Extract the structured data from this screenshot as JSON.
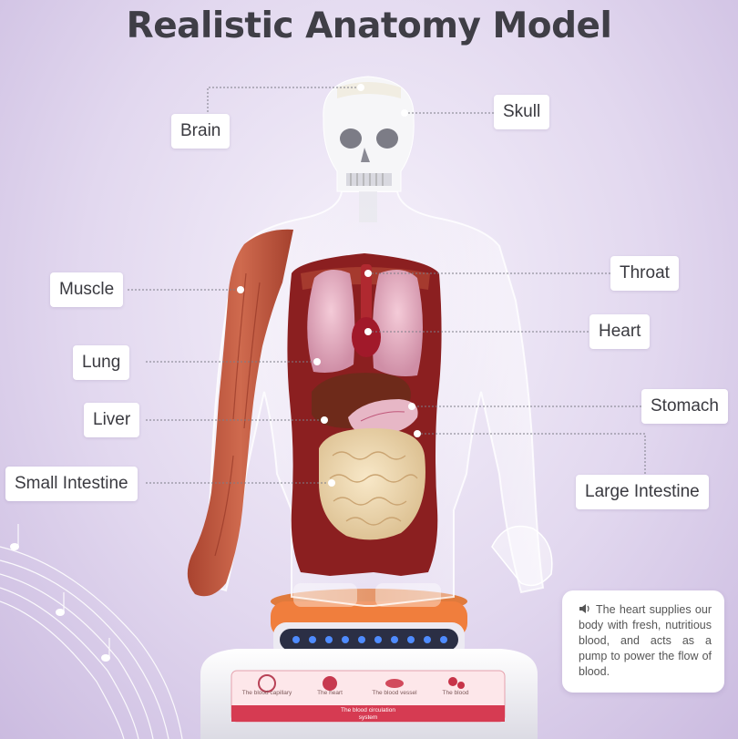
{
  "title": "Realistic Anatomy Model",
  "labels": {
    "brain": "Brain",
    "skull": "Skull",
    "muscle": "Muscle",
    "throat": "Throat",
    "heart": "Heart",
    "lung": "Lung",
    "liver": "Liver",
    "stomach": "Stomach",
    "small_intestine": "Small Intestine",
    "large_intestine": "Large Intestine"
  },
  "info_bubble": {
    "icon": "speaker-icon",
    "text": "The heart supplies our body with fresh, nutritious blood, and acts as a pump to power the flow of blood."
  },
  "base_panel": {
    "items": [
      "The blood capillary",
      "The heart",
      "The blood vessel",
      "The blood"
    ],
    "caption_line1": "The blood circulation",
    "caption_line2": "system"
  },
  "colors": {
    "background": "#d9cde9",
    "title": "#3f3e46",
    "label_bg": "#ffffff",
    "muscle": "#c2553c",
    "cavity": "#8b1f20",
    "lung": "#e8b4c6",
    "liver": "#6e2a1a",
    "intestine": "#f1dcb4",
    "led": "#3f7bff"
  }
}
